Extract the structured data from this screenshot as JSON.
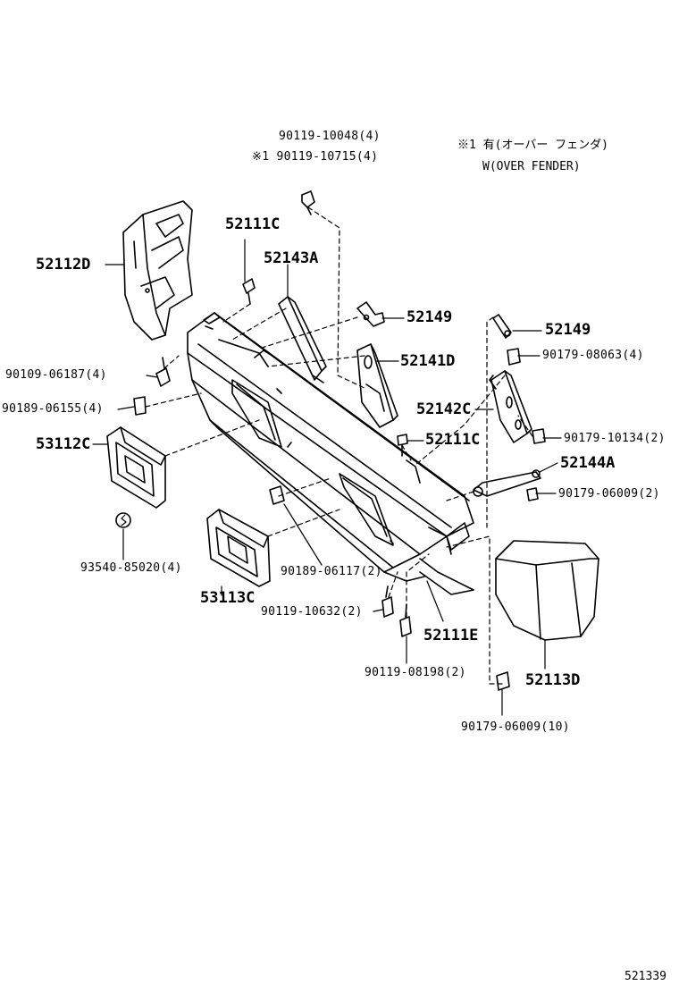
{
  "note": {
    "line1": "※1 有(オーバー フェンダ)",
    "line2": "W(OVER FENDER)"
  },
  "drawing_number": "521339",
  "parts": {
    "p_90119_10048": "90119-10048(4)",
    "p_90119_10715": "※1 90119-10715(4)",
    "p_52111c_top": "52111C",
    "p_52143a": "52143A",
    "p_52112d": "52112D",
    "p_52149_mid": "52149",
    "p_52149_right": "52149",
    "p_90179_08063": "90179-08063(4)",
    "p_52141d": "52141D",
    "p_90109_06187": "90109-06187(4)",
    "p_52142c": "52142C",
    "p_90189_06155": "90189-06155(4)",
    "p_52111c_mid": "52111C",
    "p_90179_10134": "90179-10134(2)",
    "p_53112c": "53112C",
    "p_52144a": "52144A",
    "p_90179_06009_2": "90179-06009(2)",
    "p_93540_85020": "93540-85020(4)",
    "p_90189_06117": "90189-06117(2)",
    "p_53113c": "53113C",
    "p_90119_10632": "90119-10632(2)",
    "p_52111e": "52111E",
    "p_52113d": "52113D",
    "p_90119_08198": "90119-08198(2)",
    "p_90179_06009_10": "90179-06009(10)"
  }
}
